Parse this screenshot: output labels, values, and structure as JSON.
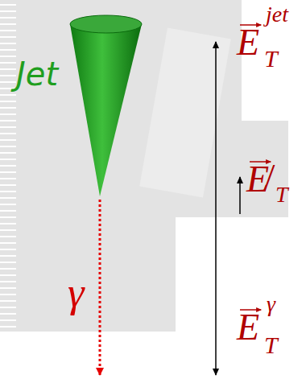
{
  "diagram": {
    "labels": [
      "Jet",
      "γ",
      "E",
      "T",
      "jet",
      "E̸",
      "T",
      "E",
      "T",
      "γ"
    ]
  }
}
